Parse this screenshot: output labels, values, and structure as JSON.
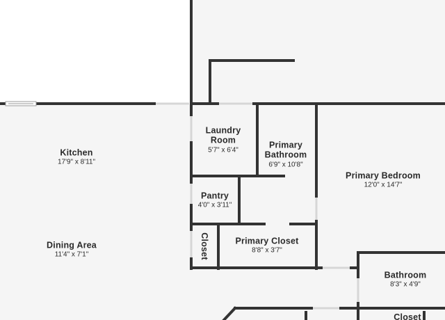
{
  "colors": {
    "wall": "#333333",
    "floor": "#f5f5f5",
    "outside": "#ffffff",
    "window": "#d8d8d8"
  },
  "rooms": {
    "kitchen": {
      "name": "Kitchen",
      "dim": "17'9\" x 8'11\""
    },
    "dining": {
      "name": "Dining Area",
      "dim": "11'4\" x 7'1\""
    },
    "laundry": {
      "name_line1": "Laundry",
      "name_line2": "Room",
      "dim": "5'7\" x 6'4\""
    },
    "primary_bathroom": {
      "name_line1": "Primary",
      "name_line2": "Bathroom",
      "dim": "6'9\" x 10'8\""
    },
    "primary_bedroom": {
      "name": "Primary Bedroom",
      "dim": "12'0\" x 14'7\""
    },
    "pantry": {
      "name": "Pantry",
      "dim": "4'0\" x 3'11\""
    },
    "closet_small": {
      "name": "Closet"
    },
    "primary_closet": {
      "name": "Primary Closet",
      "dim": "8'8\" x 3'7\""
    },
    "bathroom": {
      "name": "Bathroom",
      "dim": "8'3\" x 4'9\""
    },
    "closet_bottom": {
      "name": "Closet"
    }
  }
}
